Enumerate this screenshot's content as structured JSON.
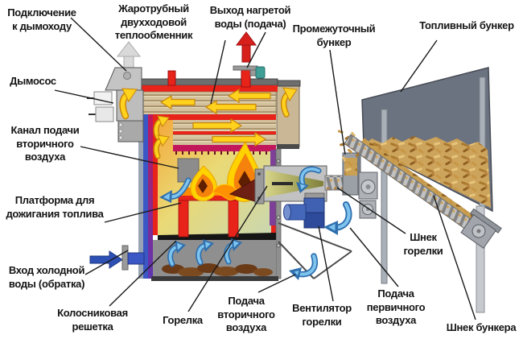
{
  "diagram_subject": "pellet-boiler-schematic",
  "labels": {
    "chimney_connection": {
      "lines": [
        "Подключение",
        "к дымоходу"
      ]
    },
    "heat_exchanger": {
      "lines": [
        "Жаротрубный",
        "двухходовой",
        "теплообменник"
      ]
    },
    "hot_water_outlet": {
      "lines": [
        "Выход нагретой",
        "воды (подача)"
      ]
    },
    "intermediate_bunker": {
      "lines": [
        "Промежуточный",
        "бункер"
      ]
    },
    "fuel_bunker": {
      "lines": [
        "Топливный бункер"
      ]
    },
    "smoke_exhauster": {
      "lines": [
        "Дымосос"
      ]
    },
    "secondary_air_channel": {
      "lines": [
        "Канал подачи",
        "вторичного",
        "воздуха"
      ]
    },
    "afterburn_platform": {
      "lines": [
        "Платформа для",
        "дожигания топлива"
      ]
    },
    "cold_water_inlet": {
      "lines": [
        "Вход холодной",
        "воды (обратка)"
      ]
    },
    "grate": {
      "lines": [
        "Колосниковая",
        "решетка"
      ]
    },
    "burner": {
      "lines": [
        "Горелка"
      ]
    },
    "secondary_air_supply": {
      "lines": [
        "Подача",
        "вторичного",
        "воздуха"
      ]
    },
    "burner_fan": {
      "lines": [
        "Вентилятор",
        "горелки"
      ]
    },
    "primary_air_supply": {
      "lines": [
        "Подача",
        "первичного",
        "воздуха"
      ]
    },
    "burner_screw": {
      "lines": [
        "Шнек",
        "горелки"
      ]
    },
    "bunker_screw": {
      "lines": [
        "Шнек бункера"
      ]
    }
  },
  "icons": {
    "flue_gas_up_arrow": "⬆",
    "hot_water_up_arrow": "⬆",
    "cold_water_right_arrow": "➡",
    "flue_gas_flow_arrow": "⬅",
    "combustion_gas_flow_arrow": "➡",
    "air_swirl_arrow": "↺"
  },
  "colors": {
    "boiler_red": "#e8231a",
    "crimson_band": "#c2185b",
    "purple_block": "#7d3f98",
    "water_jacket_blue": "#3a57c5",
    "cold_arrow_blue": "#2d50b5",
    "hot_arrow_red": "#d7201c",
    "flame_arrow_yellow": "#ffd21e",
    "air_arrow_blue": "#5aa7e0",
    "tube_tan": "#d3c19d",
    "bunker_gray": "#6b7280",
    "pellet_tan": "#d2a558",
    "fan_blue": "#3d5fb0",
    "label_text": "#141414"
  }
}
